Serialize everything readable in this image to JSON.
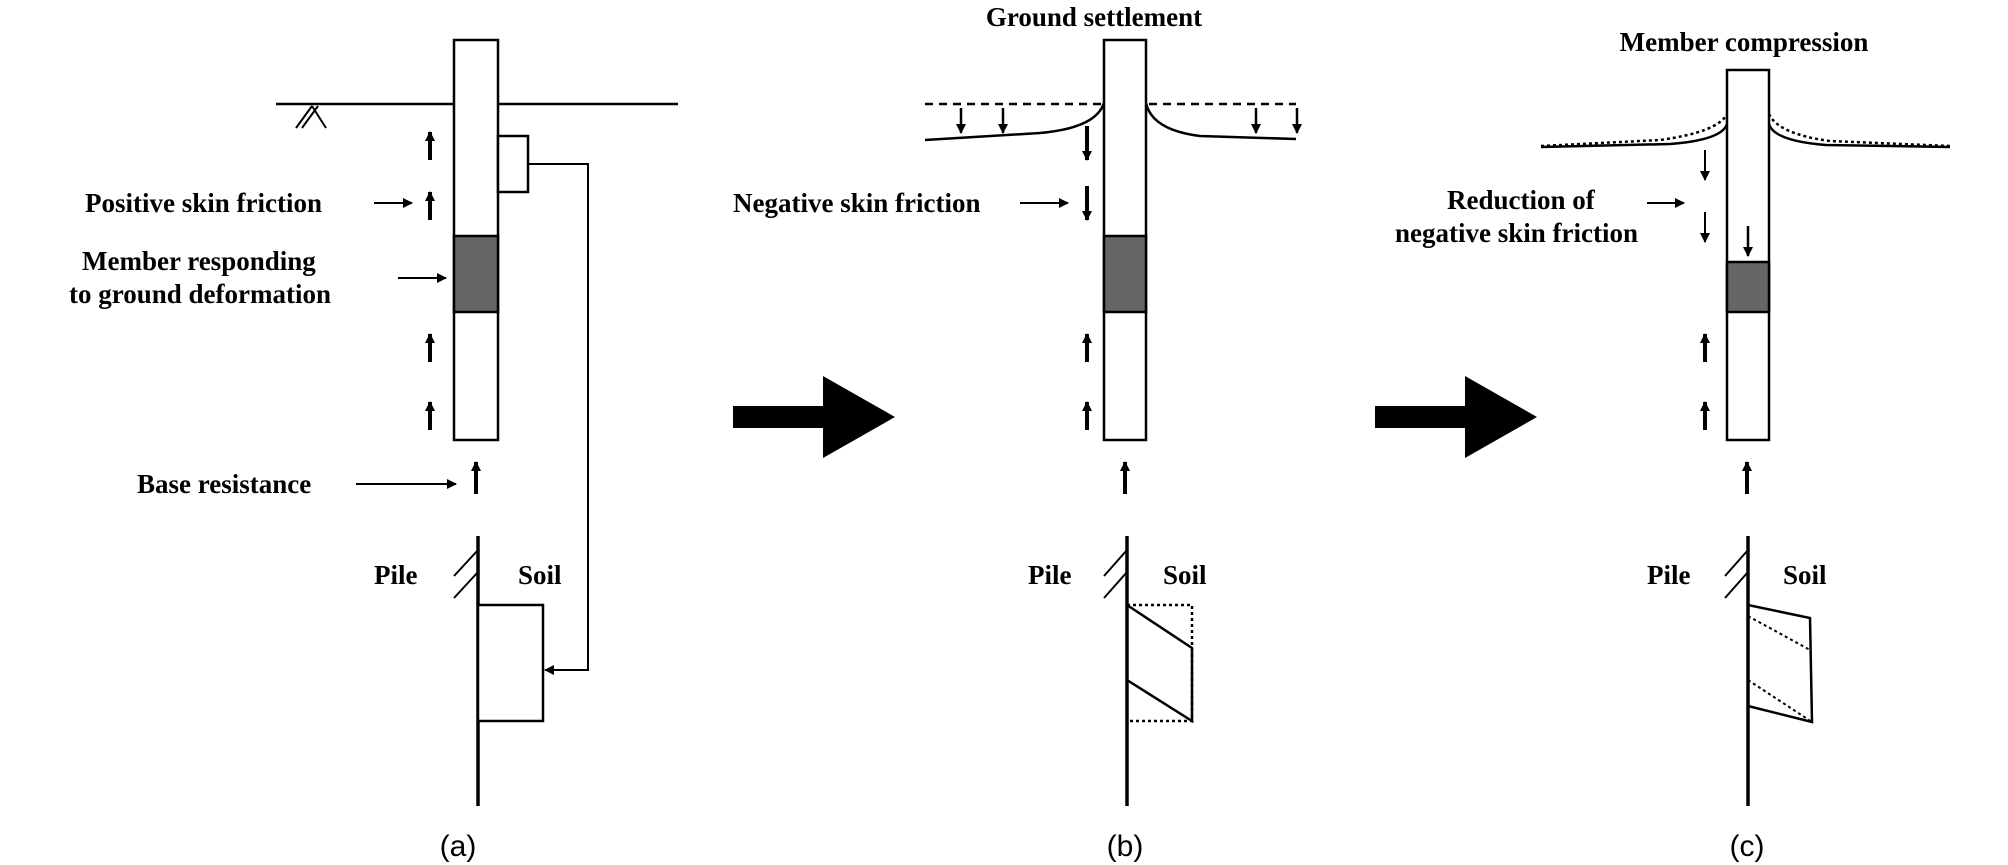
{
  "panel_a": {
    "positive_skin_friction": "Positive skin friction",
    "member_line1": "Member responding",
    "member_line2": "to ground deformation",
    "base_resistance": "Base resistance",
    "pile": "Pile",
    "soil": "Soil",
    "caption": "(a)"
  },
  "panel_b": {
    "title": "Ground settlement",
    "negative_skin_friction": "Negative skin friction",
    "pile": "Pile",
    "soil": "Soil",
    "caption": "(b)"
  },
  "panel_c": {
    "title": "Member compression",
    "reduction_line1": "Reduction of",
    "reduction_line2": "negative skin friction",
    "pile": "Pile",
    "soil": "Soil",
    "caption": "(c)"
  },
  "colors": {
    "member_fill": "#666666",
    "ink": "#000000"
  }
}
